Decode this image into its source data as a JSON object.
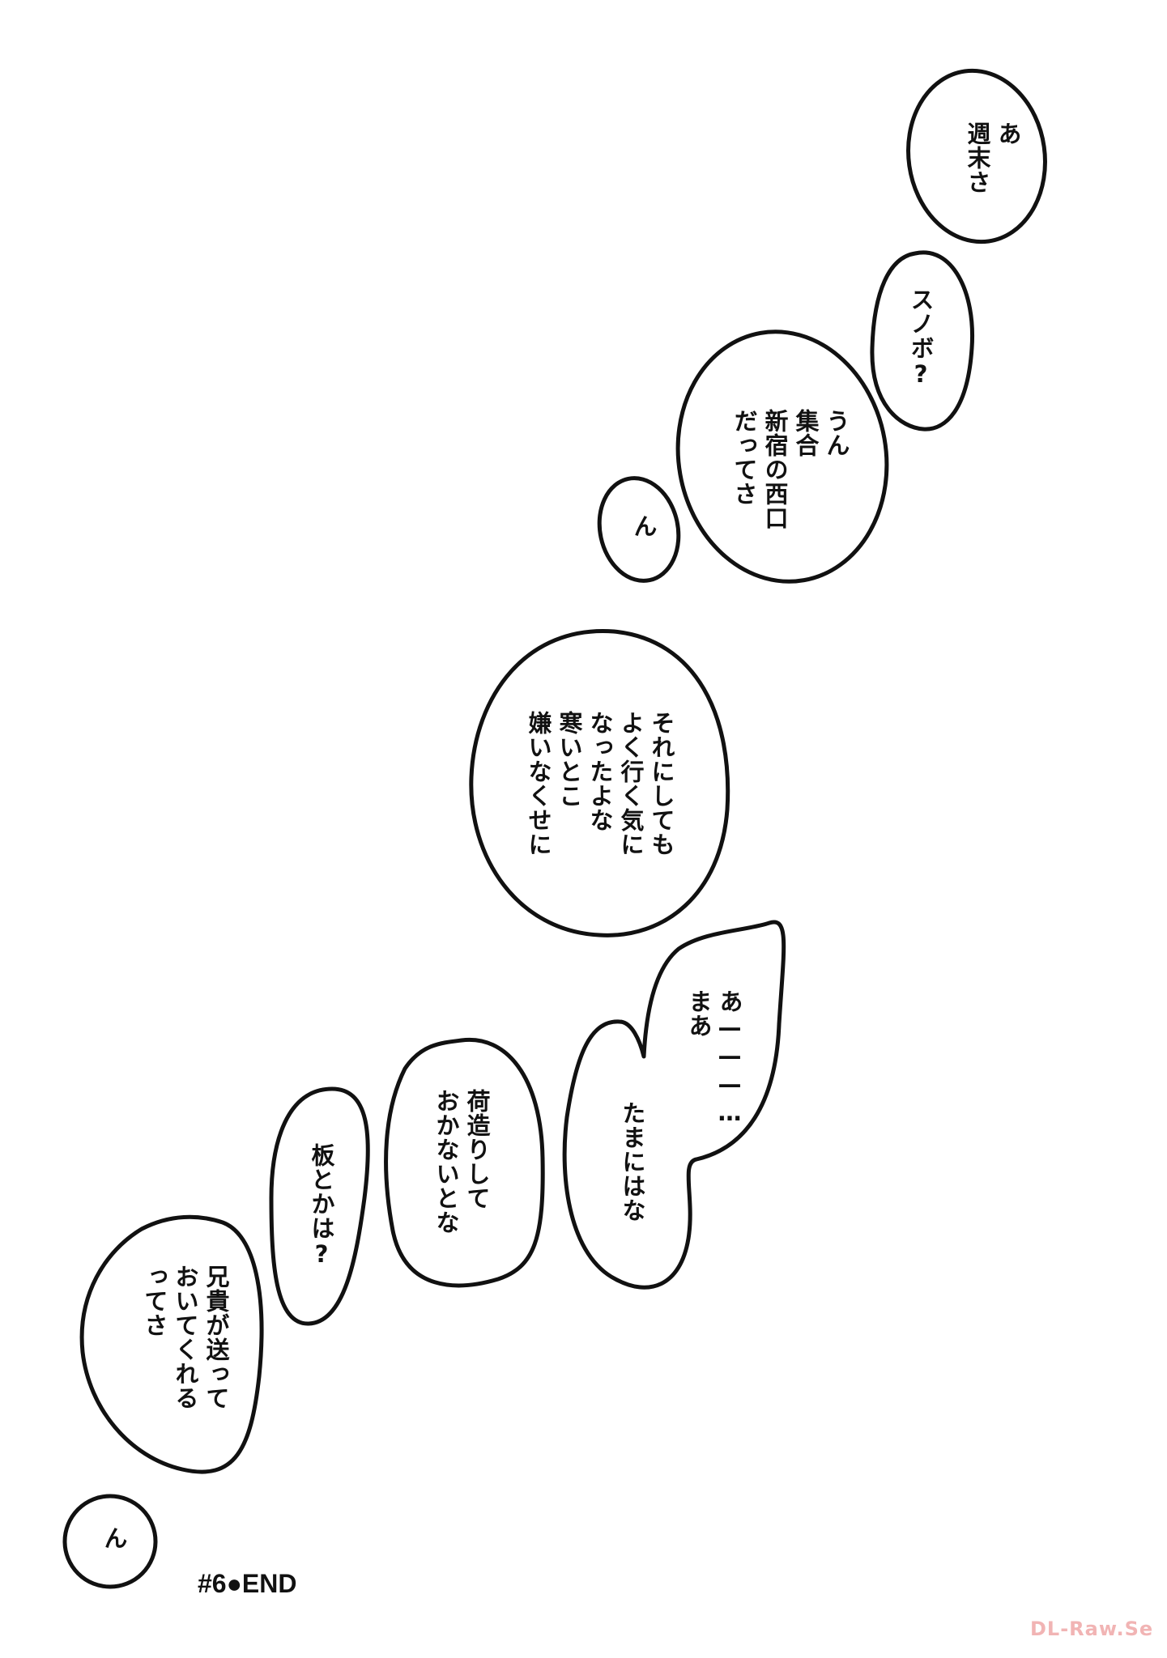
{
  "bubbles": [
    {
      "id": "b1",
      "text": "あ\n週末さ"
    },
    {
      "id": "b2",
      "text": "スノボ?"
    },
    {
      "id": "b3",
      "text": "うん\n集合\n新宿の西口\nだってさ"
    },
    {
      "id": "b4",
      "text": "ん"
    },
    {
      "id": "b5",
      "text": "それにしても\nよく行く気に\nなったよな\n寒いとこ\n嫌いなくせに"
    },
    {
      "id": "b6",
      "text": "あ———…\nまあ"
    },
    {
      "id": "b7",
      "text": "たまにはな"
    },
    {
      "id": "b8",
      "text": "荷造りして\nおかないとな"
    },
    {
      "id": "b9",
      "text": "板とかは?"
    },
    {
      "id": "b10",
      "text": "兄貴が送って\nおいてくれる\nってさ"
    },
    {
      "id": "b11",
      "text": "ん"
    }
  ],
  "end_mark": "#6●END",
  "watermark": "DL-Raw.Se"
}
